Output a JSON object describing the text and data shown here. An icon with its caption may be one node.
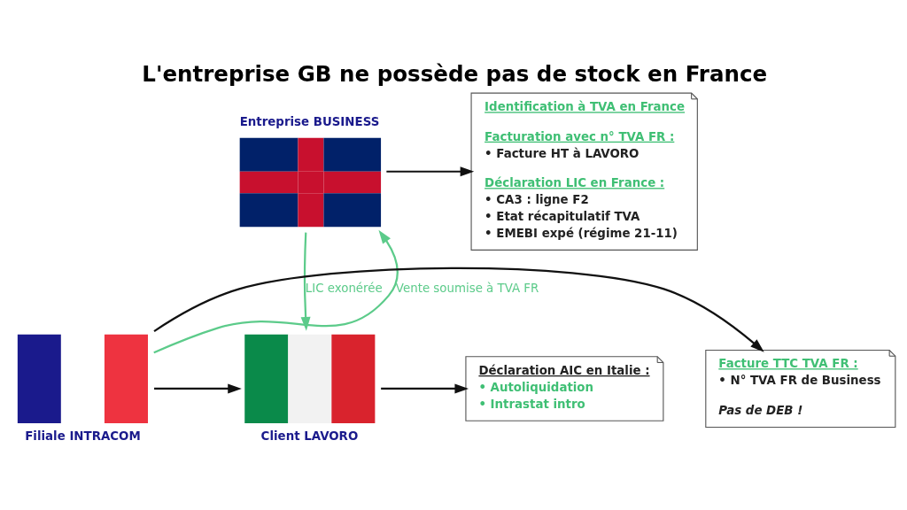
{
  "diagram": {
    "title": "L'entreprise GB ne possède pas de stock en France",
    "nodes": [
      {
        "text": [
          "Entreprise BUSINESS"
        ]
      },
      {
        "text": [
          "Filiale INTRACOM"
        ]
      },
      {
        "text": [
          "Client LAVORO"
        ]
      },
      {
        "text": [
          "Identification à TVA en France",
          "Facturation avec n° TVA FR :",
          "• Facture HT à LAVORO",
          "Déclaration LIC en France :",
          "• CA3 : ligne F2",
          "• Etat récapitulatif TVA",
          "• EMEBI expé (régime 21-11)"
        ]
      },
      {
        "text": [
          "Facture TTC TVA FR :",
          "• N° TVA FR de Business",
          "Pas de DEB !"
        ]
      },
      {
        "text": [
          "Déclaration AIC en Italie :",
          "• Autoliquidation",
          "• Intrastat intro"
        ]
      }
    ],
    "edges": [
      {
        "from": 1,
        "to": 0,
        "arrow": "to",
        "label": "Vente soumise à TVA FR",
        "color": "#5ccb8a"
      },
      {
        "from": 0,
        "to": 2,
        "arrow": "to",
        "label": "LIC exonérée",
        "color": "#5ccb8a"
      },
      {
        "from": 1,
        "to": 2,
        "arrow": "to"
      },
      {
        "from": 0,
        "to": 3,
        "arrow": "to"
      },
      {
        "from": 1,
        "to": 4,
        "arrow": "to"
      },
      {
        "from": 2,
        "to": 5,
        "arrow": "to"
      }
    ]
  }
}
